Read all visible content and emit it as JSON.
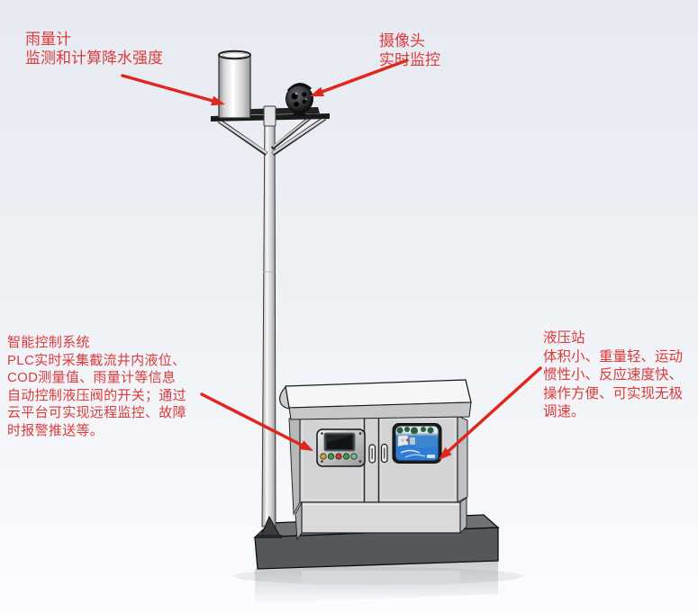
{
  "colors": {
    "background_top": "#e7eaf1",
    "background_bottom": "#fbfcfe",
    "annotation_text": "#dc3b3b",
    "arrow": "#e1261d",
    "cabinet_gray": "#d2d3d5",
    "base_slab_gray": "#55585b",
    "display_blue": "#2f7cd6"
  },
  "annotations": {
    "rain_gauge": {
      "title": "雨量计",
      "description": "监测和计算降水强度"
    },
    "camera": {
      "title": "摄像头",
      "description": "实时监控"
    },
    "control_system": {
      "title": "智能控制系统",
      "lines": [
        "PLC实时采集截流井内液位、",
        "COD测量值、雨量计等信息",
        "自动控制液压阀的开关；通过",
        "云平台可实现远程监控、故障",
        "时报警推送等。"
      ]
    },
    "hydraulic_station": {
      "title": "液压站",
      "lines": [
        "体积小、重量轻、运动",
        "惯性小、反应速度快、",
        "操作方便、可实现无极",
        "调速。"
      ]
    }
  }
}
